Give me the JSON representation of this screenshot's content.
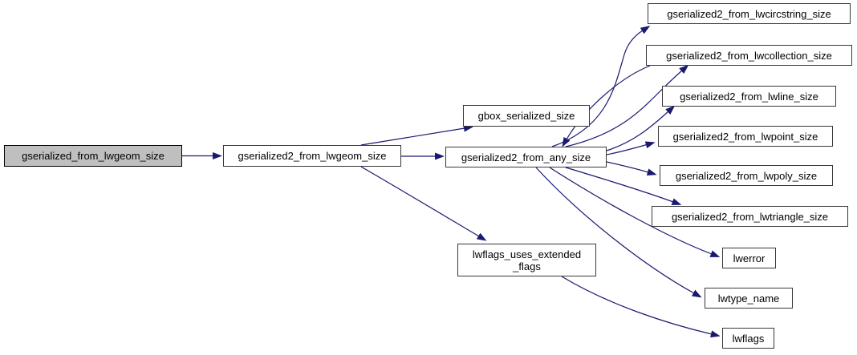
{
  "diagram": {
    "type": "doxygen-call-graph",
    "background_color": "#ffffff",
    "edge_color": "#191970",
    "node_border_color": "#383838",
    "highlight_fill_color": "#bfbfbf",
    "node_fill_color": "#ffffff",
    "text_color": "#000000",
    "nodes": [
      {
        "id": "gserialized_from_lwgeom_size",
        "label": "gserialized_from_lwgeom_size",
        "highlighted": true
      },
      {
        "id": "gserialized2_from_lwgeom_size",
        "label": "gserialized2_from_lwgeom_size",
        "highlighted": false
      },
      {
        "id": "gbox_serialized_size",
        "label": "gbox_serialized_size",
        "highlighted": false
      },
      {
        "id": "gserialized2_from_any_size",
        "label": "gserialized2_from_any_size",
        "highlighted": false
      },
      {
        "id": "lwflags_uses_extended_flags",
        "label": "lwflags_uses_extended_flags",
        "label_lines": [
          "lwflags_uses_extended",
          "_flags"
        ],
        "highlighted": false
      },
      {
        "id": "gserialized2_from_lwcircstring_size",
        "label": "gserialized2_from_lwcircstring_size",
        "highlighted": false
      },
      {
        "id": "gserialized2_from_lwcollection_size",
        "label": "gserialized2_from_lwcollection_size",
        "highlighted": false
      },
      {
        "id": "gserialized2_from_lwline_size",
        "label": "gserialized2_from_lwline_size",
        "highlighted": false
      },
      {
        "id": "gserialized2_from_lwpoint_size",
        "label": "gserialized2_from_lwpoint_size",
        "highlighted": false
      },
      {
        "id": "gserialized2_from_lwpoly_size",
        "label": "gserialized2_from_lwpoly_size",
        "highlighted": false
      },
      {
        "id": "gserialized2_from_lwtriangle_size",
        "label": "gserialized2_from_lwtriangle_size",
        "highlighted": false
      },
      {
        "id": "lwerror",
        "label": "lwerror",
        "highlighted": false
      },
      {
        "id": "lwtype_name",
        "label": "lwtype_name",
        "highlighted": false
      },
      {
        "id": "lwflags",
        "label": "lwflags",
        "highlighted": false
      }
    ],
    "edges": [
      {
        "from": "gserialized_from_lwgeom_size",
        "to": "gserialized2_from_lwgeom_size"
      },
      {
        "from": "gserialized2_from_lwgeom_size",
        "to": "gbox_serialized_size"
      },
      {
        "from": "gserialized2_from_lwgeom_size",
        "to": "gserialized2_from_any_size"
      },
      {
        "from": "gserialized2_from_lwgeom_size",
        "to": "lwflags_uses_extended_flags"
      },
      {
        "from": "gserialized2_from_any_size",
        "to": "gserialized2_from_lwcircstring_size"
      },
      {
        "from": "gserialized2_from_any_size",
        "to": "gserialized2_from_lwcollection_size"
      },
      {
        "from": "gserialized2_from_lwcollection_size",
        "to": "gserialized2_from_any_size"
      },
      {
        "from": "gserialized2_from_any_size",
        "to": "gserialized2_from_lwline_size"
      },
      {
        "from": "gserialized2_from_any_size",
        "to": "gserialized2_from_lwpoint_size"
      },
      {
        "from": "gserialized2_from_any_size",
        "to": "gserialized2_from_lwpoly_size"
      },
      {
        "from": "gserialized2_from_any_size",
        "to": "gserialized2_from_lwtriangle_size"
      },
      {
        "from": "gserialized2_from_any_size",
        "to": "lwerror"
      },
      {
        "from": "gserialized2_from_any_size",
        "to": "lwtype_name"
      },
      {
        "from": "lwflags_uses_extended_flags",
        "to": "lwflags"
      }
    ]
  }
}
